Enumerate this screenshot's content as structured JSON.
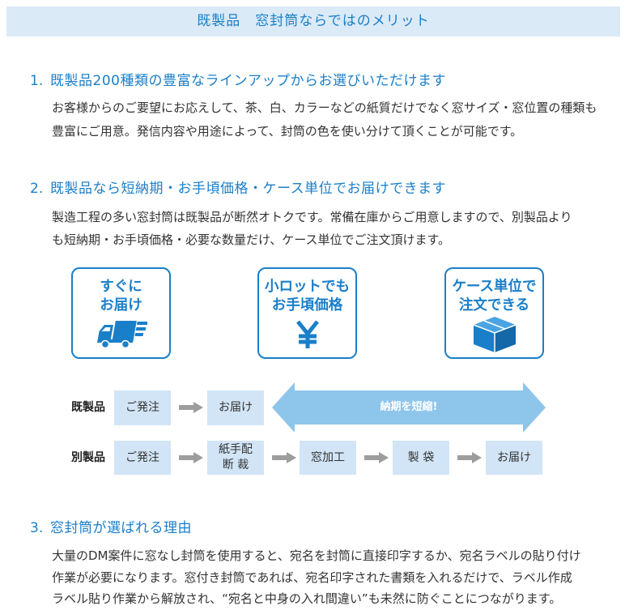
{
  "banner": {
    "title": "既製品　窓封筒ならではのメリット"
  },
  "sections": [
    {
      "number": "1.",
      "title": "既製品200種類の豊富なラインアップからお選びいただけます",
      "lines": [
        "お客様からのご要望にお応えして、茶、白、カラーなどの紙質だけでなく窓サイズ・窓位置の種類も",
        "豊富にご用意。発信内容や用途によって、封筒の色を使い分けて頂くことが可能です。"
      ]
    },
    {
      "number": "2.",
      "title": "既製品なら短納期・お手頃価格・ケース単位でお届けできます",
      "lines": [
        "製造工程の多い窓封筒は既製品が断然オトクです。常備在庫からご用意しますので、別製品より",
        "も短納期・お手頃価格・必要な数量だけ、ケース単位でご注文頂けます。"
      ]
    },
    {
      "number": "3.",
      "title": "窓封筒が選ばれる理由",
      "lines": [
        "大量のDM案件に窓なし封筒を使用すると、宛名を封筒に直接印字するか、宛名ラベルの貼り付け",
        "作業が必要になります。窓付き封筒であれば、宛名印字された書類を入れるだけで、ラベル作成",
        "ラベル貼り作業から解放され、“宛名と中身の入れ間違い”も未然に防ぐことにつながります。"
      ]
    }
  ],
  "features": [
    {
      "lines": [
        "すぐに",
        "お届け"
      ],
      "icon": "truck-icon"
    },
    {
      "lines": [
        "小ロットでも",
        "お手頃価格"
      ],
      "icon": "yen-icon"
    },
    {
      "lines": [
        "ケース単位で",
        "注文できる"
      ],
      "icon": "box-icon"
    }
  ],
  "flow": {
    "stock": {
      "label": "既製品",
      "steps": [
        {
          "lines": [
            "ご発注"
          ]
        },
        {
          "lines": [
            "お届け"
          ]
        }
      ],
      "highlight": "納期を短縮!"
    },
    "custom": {
      "label": "別製品",
      "steps": [
        {
          "lines": [
            "ご発注"
          ]
        },
        {
          "lines": [
            "紙手配",
            "断 裁"
          ]
        },
        {
          "lines": [
            "窓加工"
          ]
        },
        {
          "lines": [
            "製 袋"
          ]
        },
        {
          "lines": [
            "お届け"
          ]
        }
      ]
    },
    "arrow_icon": "arrow-right-icon"
  },
  "colors": {
    "accent": "#1a7fc9",
    "banner_bg": "#dbeaf7",
    "step_bg": "#d2e5f6",
    "highlight": "#8ec5eb",
    "arrow": "#9d9d9d",
    "text": "#333333"
  }
}
